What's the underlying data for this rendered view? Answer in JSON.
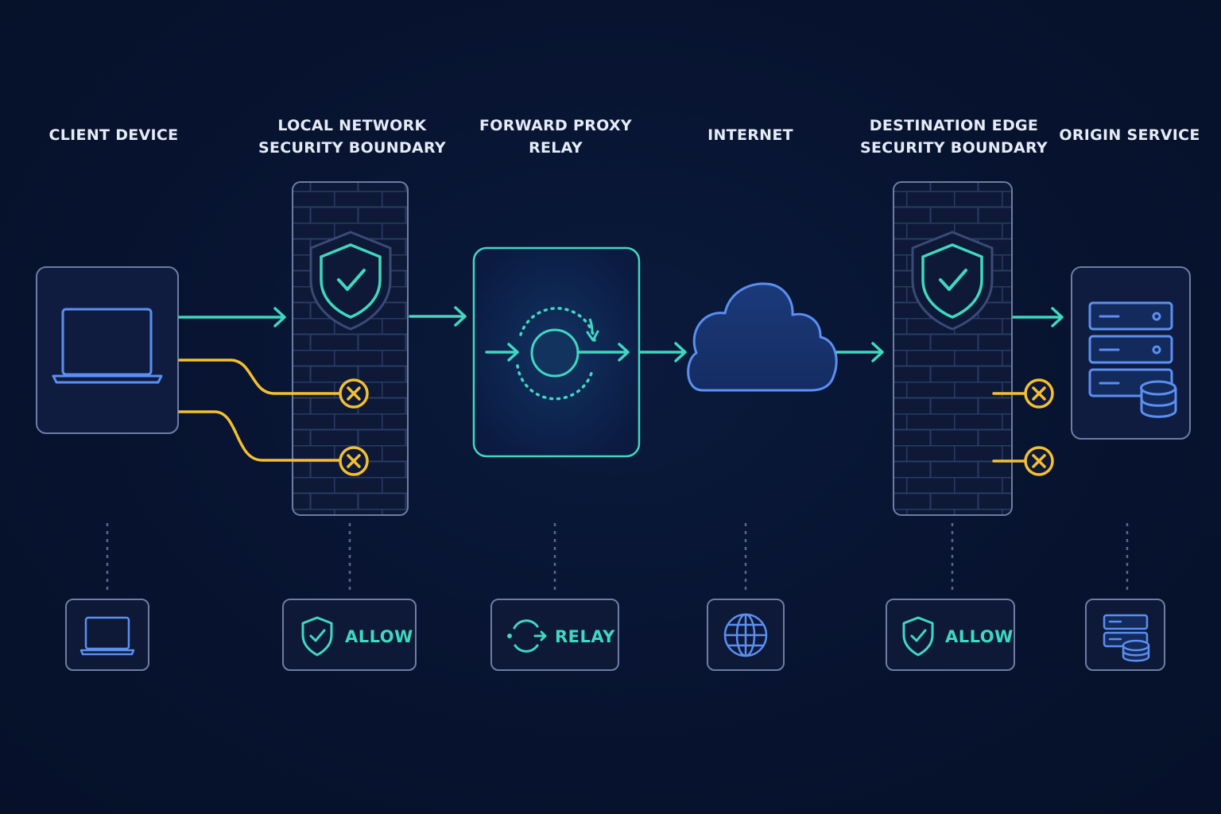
{
  "colors": {
    "allow": "#3fd8c0",
    "blocked": "#f4c030",
    "node_outline": "#7f8bb0",
    "icon_blue": "#5b8ff0"
  },
  "columns": {
    "client": {
      "label_lines": [
        "CLIENT DEVICE"
      ],
      "icon": "laptop-icon"
    },
    "local_boundary": {
      "label_lines": [
        "LOCAL NETWORK",
        "SECURITY BOUNDARY"
      ],
      "icon": "shield-check-icon",
      "badge": "ALLOW"
    },
    "proxy": {
      "label_lines": [
        "FORWARD PROXY",
        "RELAY"
      ],
      "icon": "relay-icon",
      "badge": "RELAY"
    },
    "internet": {
      "label_lines": [
        "INTERNET"
      ],
      "icon": "cloud-icon",
      "badge_icon": "globe-icon"
    },
    "dest_boundary": {
      "label_lines": [
        "DESTINATION EDGE",
        "SECURITY BOUNDARY"
      ],
      "icon": "shield-check-icon",
      "badge": "ALLOW"
    },
    "origin": {
      "label_lines": [
        "ORIGIN SERVICE"
      ],
      "icon": "server-database-icon"
    }
  },
  "flows": {
    "allowed_path": "client → local boundary → proxy → internet → destination edge → origin",
    "blocked_at_local": 2,
    "blocked_at_destination": 2
  }
}
